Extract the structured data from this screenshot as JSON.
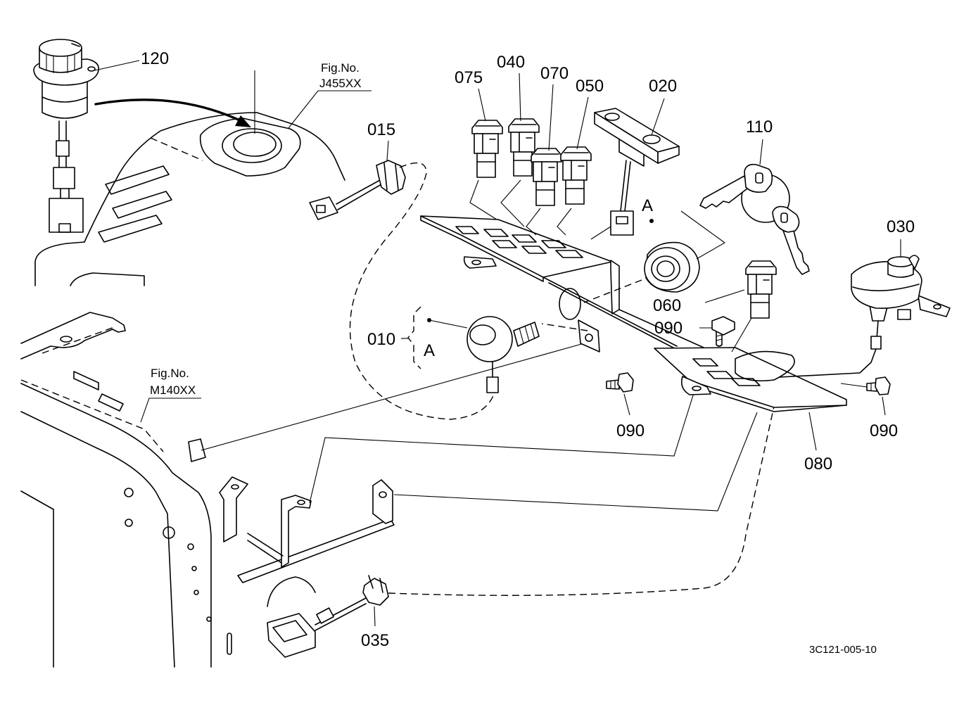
{
  "parts": {
    "p120": "120",
    "p015": "015",
    "p075": "075",
    "p040": "040",
    "p070": "070",
    "p050": "050",
    "p020": "020",
    "p110": "110",
    "p030": "030",
    "p060": "060",
    "p090_upper": "090",
    "p010": "010",
    "p090_lower": "090",
    "p090_right": "090",
    "p080": "080",
    "p035": "035"
  },
  "callouts": {
    "a_upper": "A",
    "a_lower": "A"
  },
  "figure_refs": [
    {
      "prefix": "Fig.No.",
      "code": "J455XX"
    },
    {
      "prefix": "Fig.No.",
      "code": "M140XX"
    }
  ],
  "drawing_number": "3C121-005-10"
}
